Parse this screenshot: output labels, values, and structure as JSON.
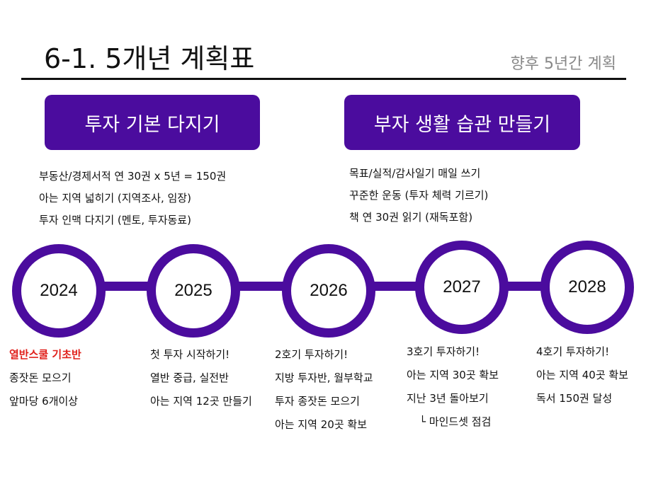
{
  "header": {
    "title": "6-1. 5개년 계획표",
    "subtitle": "향후 5년간 계획"
  },
  "themes": [
    {
      "label": "투자 기본 다지기",
      "goals": [
        "부동산/경제서적 연 30권 x 5년 = 150권",
        "아는 지역 넓히기 (지역조사, 임장)",
        "투자 인맥 다지기 (멘토, 투자동료)"
      ]
    },
    {
      "label": "부자 생활 습관 만들기",
      "goals": [
        "목표/실적/감사일기 매일 쓰기",
        "꾸준한 운동 (투자 체력 기르기)",
        "책 연 30권 읽기 (재독포함)"
      ]
    }
  ],
  "timeline": [
    {
      "year": "2024",
      "items": [
        "열반스쿨 기초반",
        "종잣돈 모으기",
        "앞마당 6개이상"
      ]
    },
    {
      "year": "2025",
      "items": [
        "첫 투자 시작하기!",
        "열반 중급, 실전반",
        "아는 지역 12곳 만들기"
      ]
    },
    {
      "year": "2026",
      "items": [
        "2호기 투자하기!",
        "지방 투자반, 월부학교",
        "투자 종잣돈 모으기",
        "아는 지역 20곳 확보"
      ]
    },
    {
      "year": "2027",
      "items": [
        "3호기 투자하기!",
        "아는 지역 30곳 확보",
        "지난 3년 돌아보기",
        "└ 마인드셋 점검"
      ]
    },
    {
      "year": "2028",
      "items": [
        "4호기 투자하기!",
        "아는 지역 40곳 확보",
        "독서 150권 달성"
      ]
    }
  ],
  "colors": {
    "accent": "#4b0c9e",
    "highlight": "#e0201b"
  }
}
